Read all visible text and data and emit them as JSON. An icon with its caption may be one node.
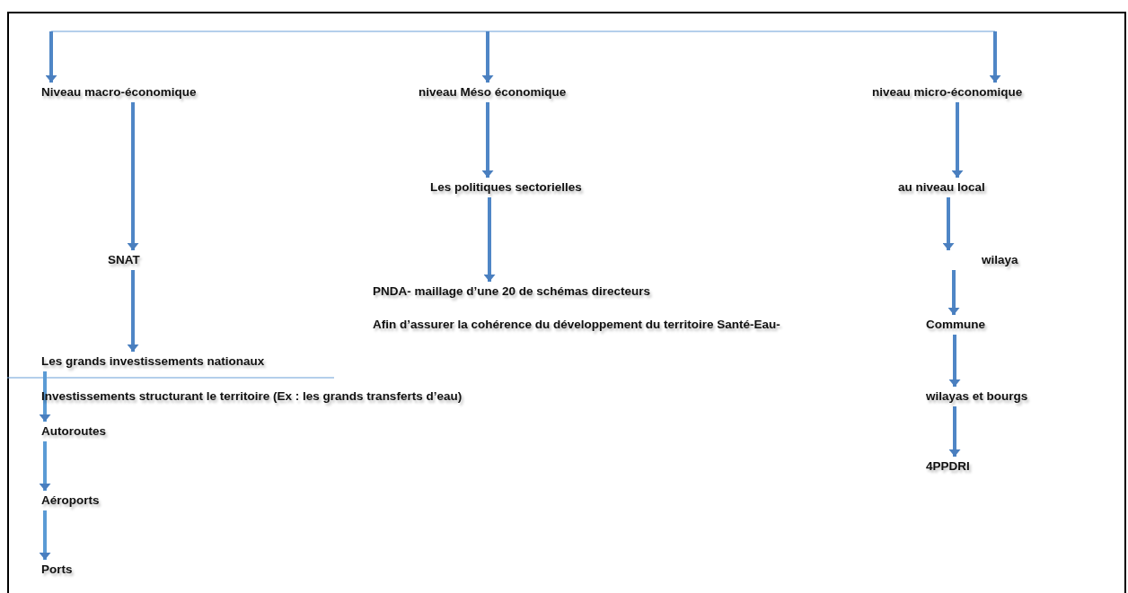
{
  "diagram": {
    "nodes": [
      {
        "text": [
          "Niveau macro-économique"
        ]
      },
      {
        "text": [
          "niveau Méso économique"
        ]
      },
      {
        "text": [
          "niveau micro-économique"
        ]
      },
      {
        "text": [
          "SNAT"
        ]
      },
      {
        "text": [
          "Les politiques sectorielles"
        ]
      },
      {
        "text": [
          "au niveau local"
        ]
      },
      {
        "text": [
          "wilaya"
        ]
      },
      {
        "text": [
          "PNDA- maillage d’une 20 de schémas directeurs"
        ]
      },
      {
        "text": [
          "Commune"
        ]
      },
      {
        "text": [
          "Les grands investissements nationaux"
        ]
      },
      {
        "text": [
          "wilayas et bourgs"
        ]
      },
      {
        "text": [
          "Autoroutes"
        ]
      },
      {
        "text": [
          "4PPDRI"
        ]
      },
      {
        "text": [
          "Aéroports"
        ]
      },
      {
        "text": [
          "Ports"
        ]
      }
    ],
    "edges": [
      {
        "from": null,
        "to": 0,
        "arrow": "to"
      },
      {
        "from": null,
        "to": 1,
        "arrow": "to"
      },
      {
        "from": null,
        "to": 2,
        "arrow": "to"
      },
      {
        "from": 0,
        "to": 3,
        "arrow": "to"
      },
      {
        "from": 3,
        "to": 9,
        "arrow": "to"
      },
      {
        "from": 1,
        "to": 4,
        "arrow": "to"
      },
      {
        "from": 4,
        "to": 7,
        "arrow": "to"
      },
      {
        "from": 2,
        "to": 5,
        "arrow": "to"
      },
      {
        "from": 5,
        "to": 6,
        "arrow": "to"
      },
      {
        "from": 6,
        "to": 8,
        "arrow": "to"
      },
      {
        "from": 8,
        "to": 10,
        "arrow": "to"
      },
      {
        "from": 10,
        "to": 12,
        "arrow": "to"
      },
      {
        "from": 9,
        "to": 11,
        "arrow": "to",
        "color": "#5b9bd5"
      },
      {
        "from": 11,
        "to": 13,
        "arrow": "to",
        "color": "#5b9bd5"
      },
      {
        "from": 13,
        "to": 14,
        "arrow": "to",
        "color": "#5b9bd5"
      }
    ],
    "labels": [
      "Afin d’assurer la cohérence du développement du territoire Santé-Eau-",
      "Investissements structurant le territoire (Ex : les grands transferts d’eau)"
    ]
  }
}
